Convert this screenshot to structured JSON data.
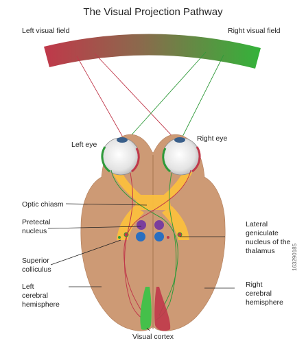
{
  "title": "The Visual Projection Pathway",
  "visual_field": {
    "left_label": "Left visual field",
    "right_label": "Right visual field",
    "left_color": "#c0384a",
    "right_color": "#33b33a"
  },
  "eyes": {
    "left_label": "Left eye",
    "right_label": "Right eye"
  },
  "labels": {
    "optic_chiasm": "Optic chiasm",
    "pretectal_line1": "Pretectal",
    "pretectal_line2": "nucleus",
    "superior_line1": "Superior",
    "superior_line2": "colliculus",
    "left_hemi_line1": "Left",
    "left_hemi_line2": "cerebral",
    "left_hemi_line3": "hemisphere",
    "lgn_line1": "Lateral",
    "lgn_line2": "geniculate",
    "lgn_line3": "nucleus of the",
    "lgn_line4": "thalamus",
    "right_hemi_line1": "Right",
    "right_hemi_line2": "cerebral",
    "right_hemi_line3": "hemisphere",
    "visual_cortex": "Visual cortex"
  },
  "stock_id": "163290185",
  "colors": {
    "brain": "#cd9a75",
    "pathway": "#fbbf3f",
    "pretectal": "#7a3e9d",
    "colliculus": "#2a6fc0",
    "red_fiber": "#c0384a",
    "green_fiber": "#2f9a3a"
  }
}
